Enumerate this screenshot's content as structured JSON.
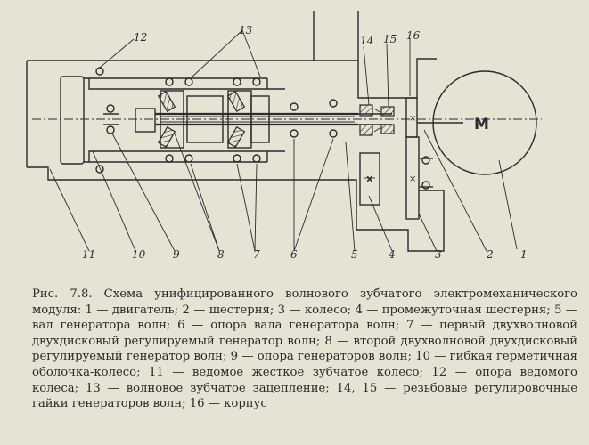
{
  "figure": {
    "motor_letter": "M",
    "part_numbers": [
      {
        "id": "1",
        "text": "1"
      },
      {
        "id": "2",
        "text": "2"
      },
      {
        "id": "3",
        "text": "3"
      },
      {
        "id": "4",
        "text": "4"
      },
      {
        "id": "5",
        "text": "5"
      },
      {
        "id": "6",
        "text": "6"
      },
      {
        "id": "7",
        "text": "7"
      },
      {
        "id": "8",
        "text": "8"
      },
      {
        "id": "9",
        "text": "9"
      },
      {
        "id": "10",
        "text": "10"
      },
      {
        "id": "11",
        "text": "11"
      },
      {
        "id": "12",
        "text": "12"
      },
      {
        "id": "13",
        "text": "13"
      },
      {
        "id": "14",
        "text": "14"
      },
      {
        "id": "15",
        "text": "15"
      },
      {
        "id": "16",
        "text": "16"
      }
    ]
  },
  "caption": "Рис. 7.8. Схема унифицированного волнового зубчатого электромеханического модуля: 1 — двигатель; 2 — шестерня; 3 — колесо; 4 — промежуточная шестерня; 5 — вал генератора волн; 6 — опора вала генератора волн; 7 — первый двухволновой двухдисковый регулируемый генератор волн; 8 — второй двухволновой двухдисковый регулируемый генератор волн; 9 — опора генераторов волн; 10 — гибкая герметичная оболочка-колесо; 11 — ведомое жесткое зубчатое колесо; 12 — опора ведомого колеса; 13 — волновое зубчатое зацепление; 14, 15 — резьбовые регулировочные гайки генераторов волн; 16 — корпус"
}
